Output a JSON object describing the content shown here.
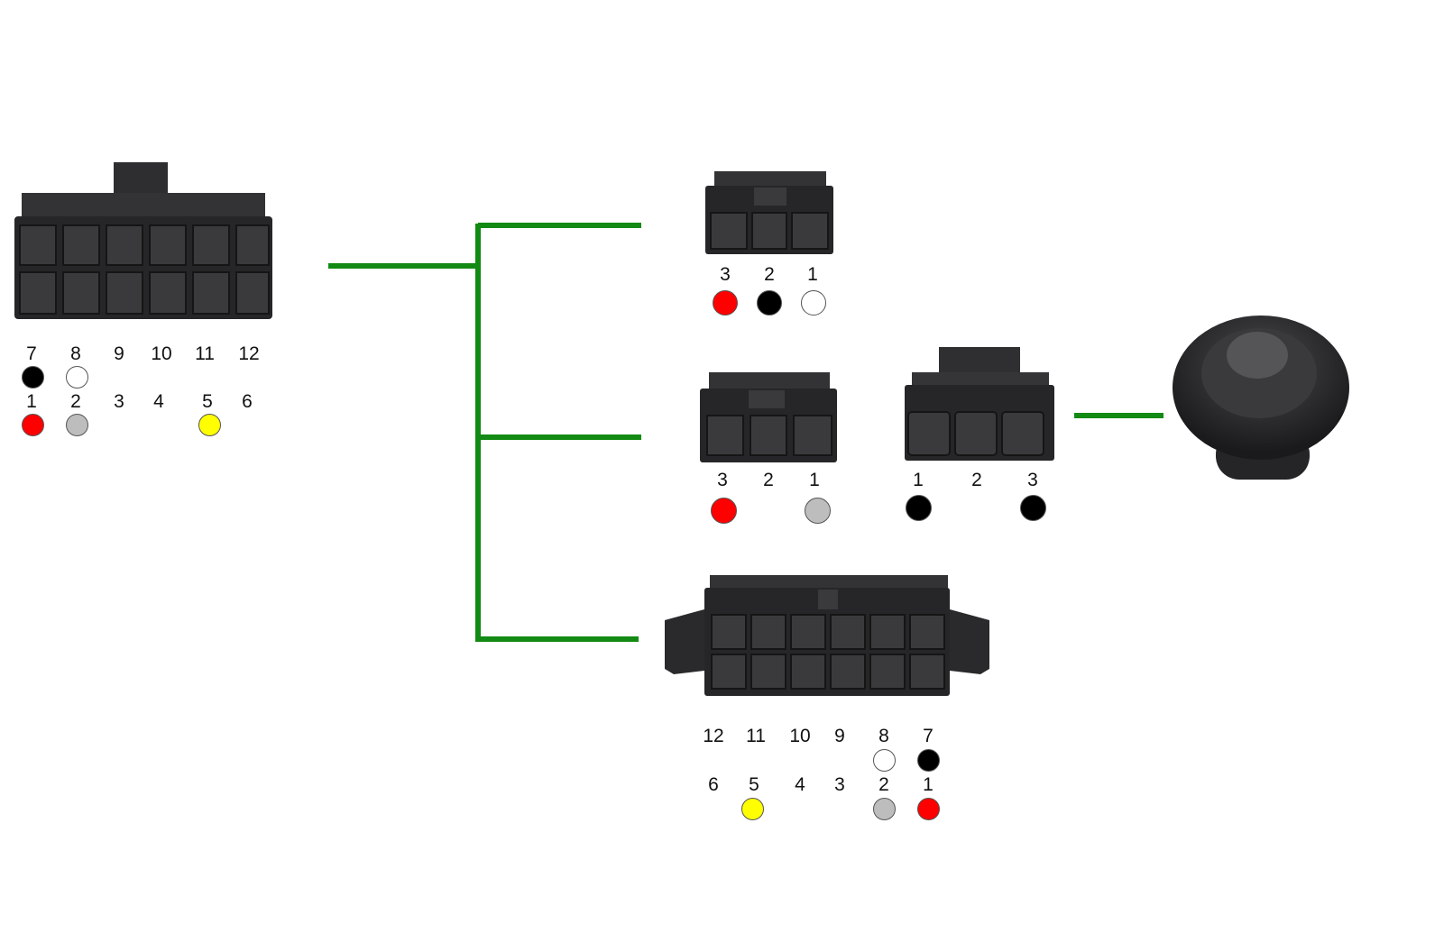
{
  "colors": {
    "wire": "#138a13",
    "connector_body": "#2b2b2d",
    "red": "#ff0000",
    "black": "#000000",
    "white": "#ffffff",
    "gray": "#bdbdbd",
    "yellow": "#ffff00"
  },
  "connector_12pin_left": {
    "top_row": [
      {
        "label": "7",
        "color": "black"
      },
      {
        "label": "8",
        "color": "white"
      },
      {
        "label": "9",
        "color": ""
      },
      {
        "label": "10",
        "color": ""
      },
      {
        "label": "11",
        "color": ""
      },
      {
        "label": "12",
        "color": ""
      }
    ],
    "bottom_row": [
      {
        "label": "1",
        "color": "red"
      },
      {
        "label": "2",
        "color": "gray"
      },
      {
        "label": "3",
        "color": ""
      },
      {
        "label": "4",
        "color": ""
      },
      {
        "label": "5",
        "color": "yellow"
      },
      {
        "label": "6",
        "color": ""
      }
    ]
  },
  "connector_3pin_top": {
    "pins": [
      {
        "label": "3",
        "color": "red"
      },
      {
        "label": "2",
        "color": "black"
      },
      {
        "label": "1",
        "color": "white"
      }
    ]
  },
  "connector_3pin_middle": {
    "pins": [
      {
        "label": "3",
        "color": "red"
      },
      {
        "label": "2",
        "color": ""
      },
      {
        "label": "1",
        "color": "gray"
      }
    ]
  },
  "connector_3pin_mate": {
    "pins": [
      {
        "label": "1",
        "color": "black"
      },
      {
        "label": "2",
        "color": ""
      },
      {
        "label": "3",
        "color": "black"
      }
    ]
  },
  "connector_12pin_bottom": {
    "top_row": [
      {
        "label": "12",
        "color": ""
      },
      {
        "label": "11",
        "color": ""
      },
      {
        "label": "10",
        "color": ""
      },
      {
        "label": "9",
        "color": ""
      },
      {
        "label": "8",
        "color": "white"
      },
      {
        "label": "7",
        "color": "black"
      }
    ],
    "bottom_row": [
      {
        "label": "6",
        "color": ""
      },
      {
        "label": "5",
        "color": "yellow"
      },
      {
        "label": "4",
        "color": ""
      },
      {
        "label": "3",
        "color": ""
      },
      {
        "label": "2",
        "color": "gray"
      },
      {
        "label": "1",
        "color": "red"
      }
    ]
  },
  "device": {
    "icon": "joystick-knob-icon"
  }
}
